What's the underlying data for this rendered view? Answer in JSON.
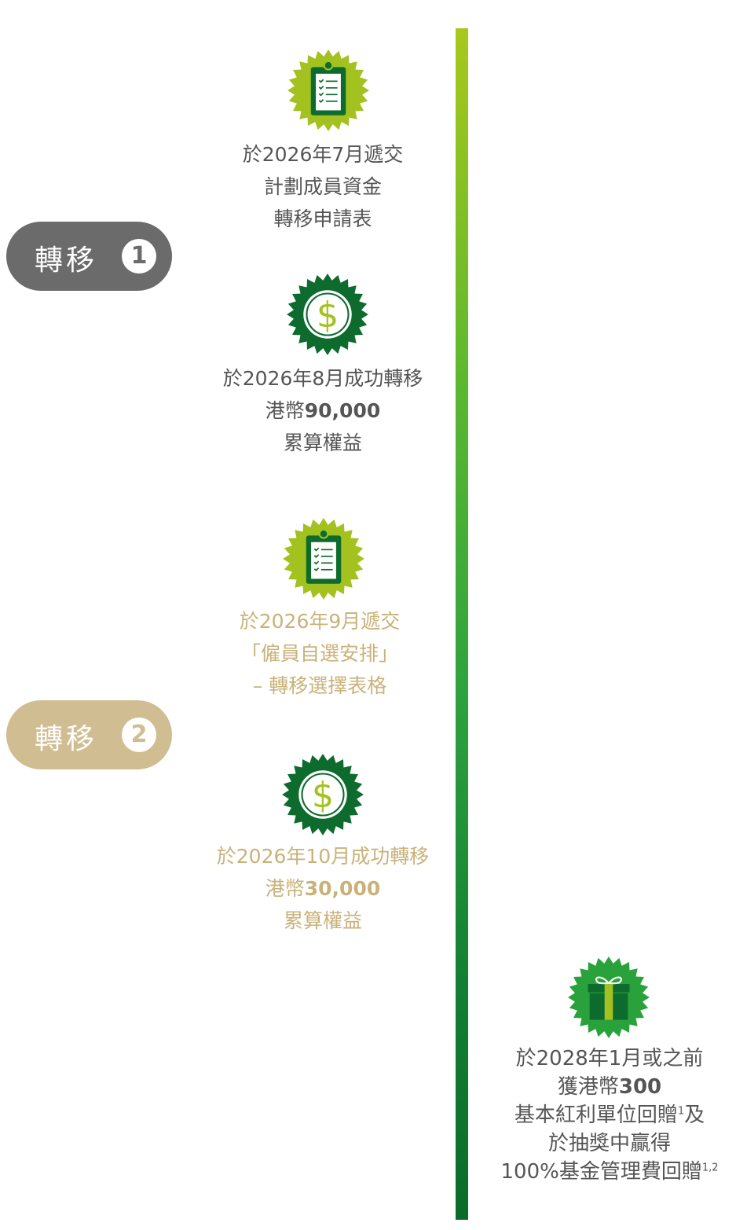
{
  "transfers": [
    {
      "label": "轉移",
      "number": "1",
      "color": "#6b6b6b"
    },
    {
      "label": "轉移",
      "number": "2",
      "color": "#d0bd92"
    }
  ],
  "steps": [
    {
      "icon": "clipboard-checklist-icon",
      "lines": [
        "於2026年7月遞交",
        "計劃成員資金",
        "轉移申請表"
      ]
    },
    {
      "icon": "dollar-coin-icon",
      "lines": [
        "於2026年8月成功轉移",
        "港幣",
        "90,000",
        "累算權益"
      ]
    },
    {
      "icon": "clipboard-checklist-icon",
      "lines": [
        "於2026年9月遞交",
        "「僱員自選安排」",
        "– 轉移選擇表格"
      ]
    },
    {
      "icon": "dollar-coin-icon",
      "lines": [
        "於2026年10月成功轉移",
        "港幣",
        "30,000",
        "累算權益"
      ]
    }
  ],
  "reward": {
    "icon": "gift-box-icon",
    "line1": "於2028年1月或之前",
    "line2_prefix": "獲港幣",
    "line2_amount": "300",
    "line3": "基本紅利單位回贈",
    "line3_sup": "1",
    "line3_suffix": "及",
    "line4": "於抽獎中贏得",
    "line5": "100%基金管理費回贈",
    "line5_sup": "1,2"
  },
  "colors": {
    "timeline_top": "#a8c81c",
    "timeline_bottom": "#0b6b2a",
    "lime": "#a3c21f",
    "dark_green": "#0e6b2e",
    "green": "#2aa23b",
    "gray_text": "#555555",
    "tan_text": "#c9b27a"
  }
}
